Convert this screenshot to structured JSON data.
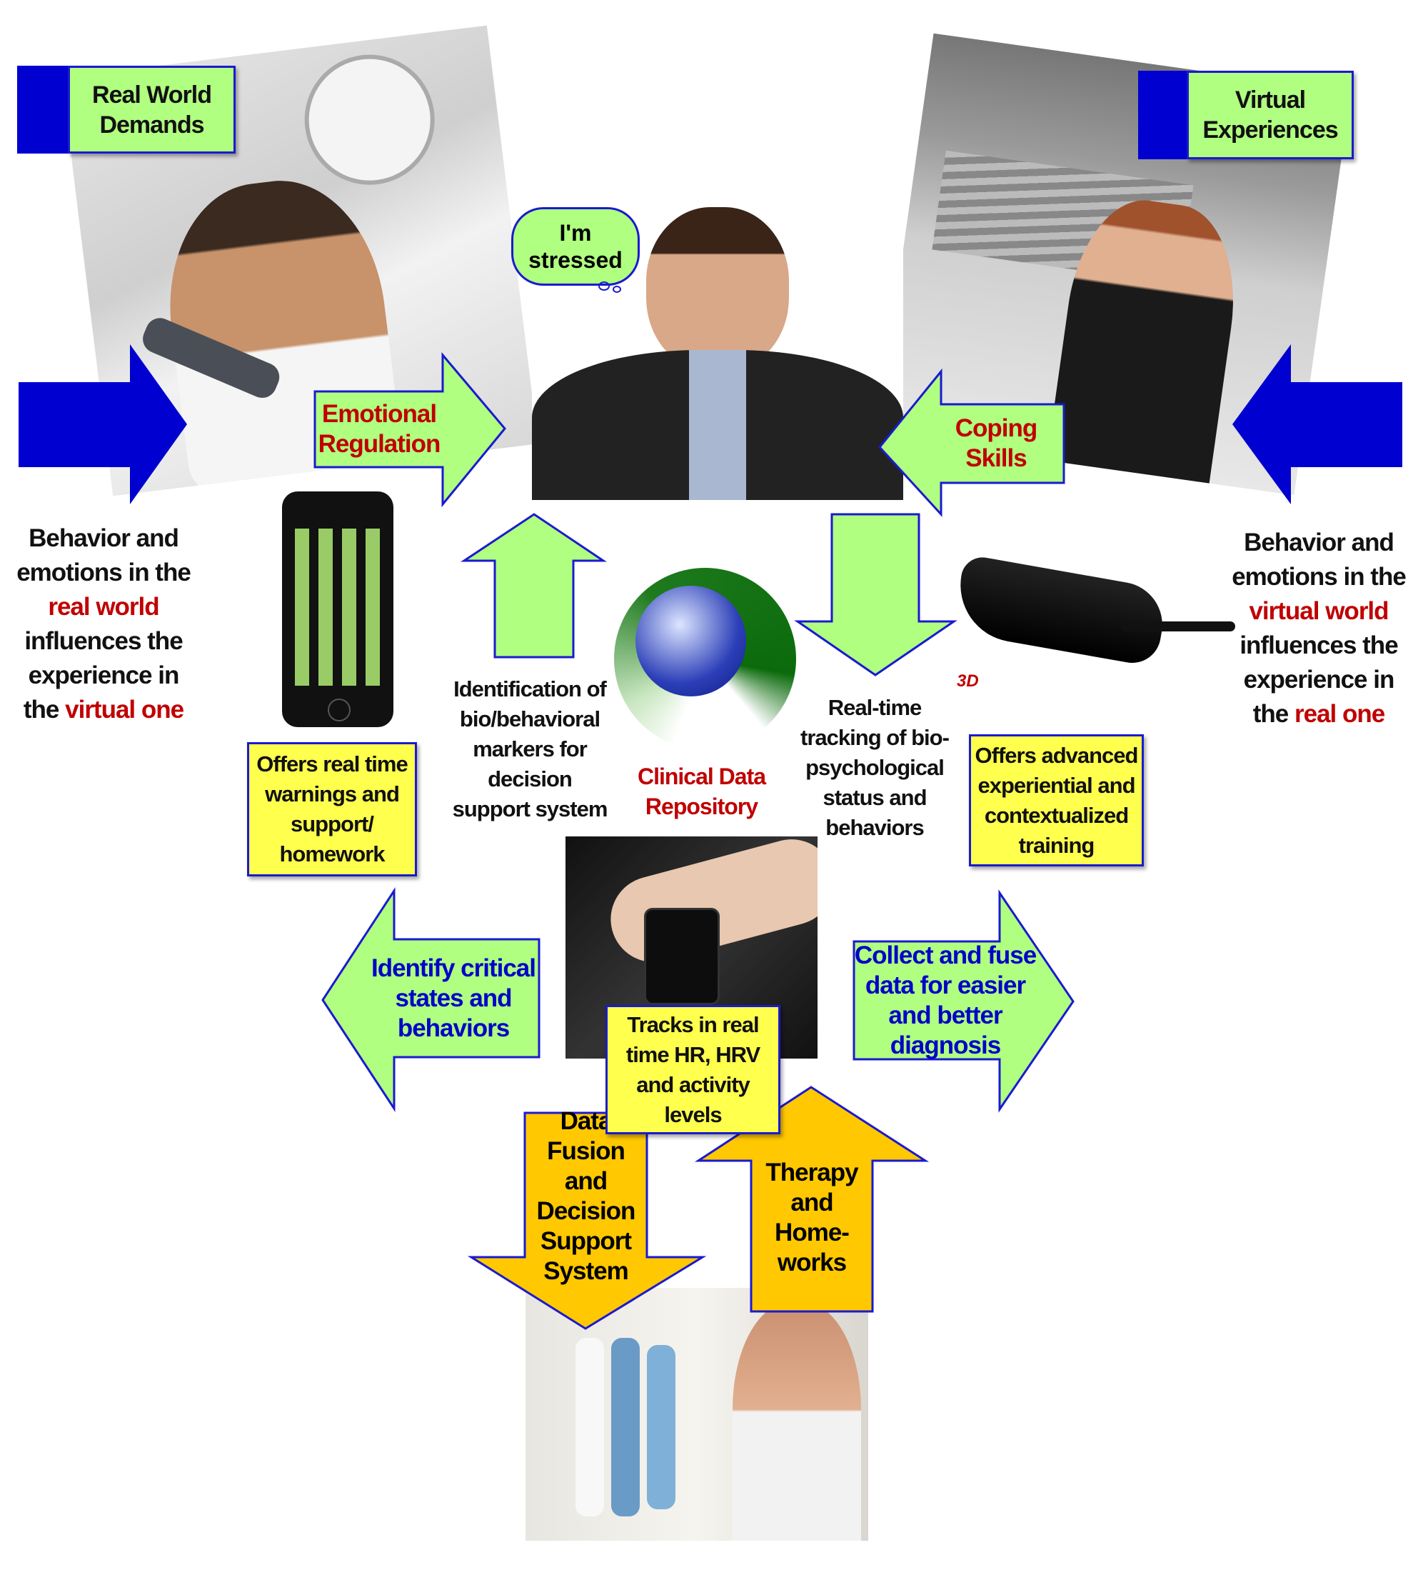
{
  "colors": {
    "arrow_green": "#b0ff80",
    "arrow_blue": "#0000d0",
    "arrow_orange": "#ffc800",
    "box_yellow": "#ffff4d",
    "highlight_red": "#c00000",
    "label_blue": "#0000c8"
  },
  "top_left_label": {
    "line1": "Real World",
    "line2": "Demands"
  },
  "top_right_label": {
    "line1": "Virtual",
    "line2": "Experiences"
  },
  "thought_bubble": {
    "line1": "I'm",
    "line2": "stressed"
  },
  "emotional_regulation": {
    "line1": "Emotional",
    "line2": "Regulation"
  },
  "coping_skills": {
    "line1": "Coping",
    "line2": "Skills"
  },
  "left_caption": {
    "l1": "Behavior and",
    "l2": "emotions in the",
    "l3_red": "real world",
    "l4": "influences the",
    "l5": "experience in",
    "l6_pre": "the",
    "l6_red": "virtual one"
  },
  "right_caption": {
    "l1": "Behavior and",
    "l2": "emotions in the",
    "l3_red": "virtual world",
    "l4": "influences the",
    "l5": "experience in",
    "l6_pre": "the",
    "l6_red": "real one"
  },
  "identification": {
    "l1": "Identification of",
    "l2": "bio/behavioral",
    "l3": "markers for",
    "l4": "decision",
    "l5": "support system"
  },
  "repository": {
    "line1": "Clinical Data",
    "line2": "Repository"
  },
  "realtime_tracking": {
    "l1": "Real-time",
    "l2": "tracking of bio-",
    "l3": "psychological",
    "l4": "status and",
    "l5": "behaviors"
  },
  "glasses_brand": "3D",
  "phone_box": {
    "l1": "Offers real time",
    "l2": "warnings and",
    "l3": "support/",
    "l4": "homework"
  },
  "vr_box": {
    "l1": "Offers advanced",
    "l2": "experiential and",
    "l3": "contextualized",
    "l4": "training"
  },
  "identify_critical": {
    "l1": "Identify critical",
    "l2": "states and",
    "l3": "behaviors"
  },
  "collect_fuse": {
    "l1": "Collect and fuse",
    "l2": "data for easier",
    "l3": "and better",
    "l4": "diagnosis"
  },
  "tracks_box": {
    "l1": "Tracks in real",
    "l2": "time HR, HRV",
    "l3": "and activity",
    "l4": "levels"
  },
  "data_fusion": {
    "l1": "Data",
    "l2": "Fusion and",
    "l3": "Decision",
    "l4": "Support",
    "l5": "System"
  },
  "therapy": {
    "l1": "Therapy",
    "l2": "and Home-",
    "l3": "works"
  }
}
